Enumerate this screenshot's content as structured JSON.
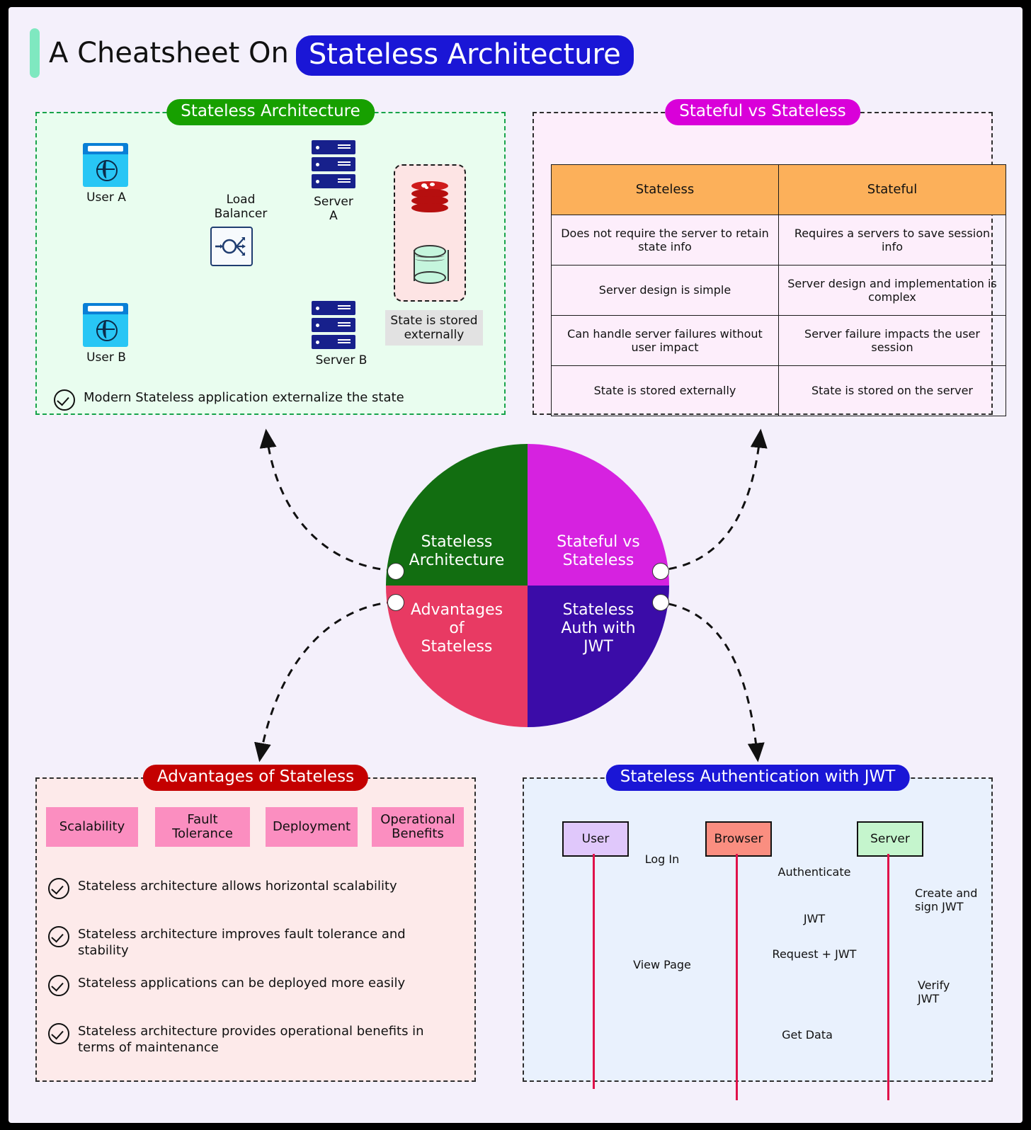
{
  "header": {
    "prefix": "A Cheatsheet On",
    "highlight": "Stateless Architecture",
    "accent_bar_color": "#7fe8c0",
    "highlight_bg": "#1a16d6"
  },
  "panels": {
    "architecture": {
      "title": "Stateless Architecture",
      "title_color": "#17a000",
      "bg": "#e9fdef",
      "nodes": {
        "user_a": "User A",
        "user_b": "User B",
        "load_balancer": "Load\nBalancer",
        "load_balancer_line1": "Load",
        "load_balancer_line2": "Balancer",
        "server_a_line1": "Server",
        "server_a_line2": "A",
        "server_b": "Server B",
        "state_note_line1": "State is stored",
        "state_note_line2": "externally"
      },
      "footnote": "Modern Stateless application externalize the state"
    },
    "comparison": {
      "title": "Stateful vs Stateless",
      "title_color": "#d900d9",
      "bg": "#fdeefb",
      "header_bg": "#fcb05a",
      "columns": [
        "Stateless",
        "Stateful"
      ],
      "rows": [
        [
          "Does not require the server to retain state info",
          "Requires a servers to save session info"
        ],
        [
          "Server design is simple",
          "Server design and implementation is complex"
        ],
        [
          "Can handle server failures without user impact",
          "Server failure impacts the user session"
        ],
        [
          "State is stored externally",
          "State is stored on the server"
        ]
      ]
    },
    "advantages": {
      "title": "Advantages of Stateless",
      "title_color": "#c40000",
      "bg": "#fdeaea",
      "tag_bg": "#fb8ec0",
      "tags": [
        "Scalability",
        "Fault\nTolerance",
        "Deployment",
        "Operational\nBenefits"
      ],
      "tag_1": "Scalability",
      "tag_2_line1": "Fault",
      "tag_2_line2": "Tolerance",
      "tag_3": "Deployment",
      "tag_4_line1": "Operational",
      "tag_4_line2": "Benefits",
      "bullets": [
        "Stateless architecture allows horizontal scalability",
        "Stateless architecture improves fault tolerance and stability",
        "Stateless applications can be deployed more easily",
        "Stateless architecture provides operational benefits in terms of maintenance"
      ]
    },
    "jwt": {
      "title": "Stateless Authentication with JWT",
      "title_color": "#1a16d6",
      "bg": "#e9f1fd",
      "actors": [
        {
          "name": "User",
          "color": "#e0c8fb"
        },
        {
          "name": "Browser",
          "color": "#fa8e80"
        },
        {
          "name": "Server",
          "color": "#c5f5cd"
        }
      ],
      "actor_1": "User",
      "actor_2": "Browser",
      "actor_3": "Server",
      "messages": [
        {
          "label": "Log In",
          "from": "User",
          "to": "Browser"
        },
        {
          "label": "Authenticate",
          "from": "Browser",
          "to": "Server"
        },
        {
          "label": "Create and sign JWT",
          "from": "Server",
          "to": "Server"
        },
        {
          "label": "JWT",
          "from": "Server",
          "to": "Browser"
        },
        {
          "label": "View Page",
          "from": "User",
          "to": "Browser"
        },
        {
          "label": "Request + JWT",
          "from": "Browser",
          "to": "Server"
        },
        {
          "label": "Verify JWT",
          "from": "Server",
          "to": "Server"
        },
        {
          "label": "Get Data",
          "from": "Server",
          "to": "Browser"
        }
      ],
      "msg_login": "Log In",
      "msg_authenticate": "Authenticate",
      "msg_create_line1": "Create and",
      "msg_create_line2": "sign JWT",
      "msg_jwt": "JWT",
      "msg_viewpage": "View Page",
      "msg_request": "Request + JWT",
      "msg_verify_line1": "Verify",
      "msg_verify_line2": "JWT",
      "msg_getdata": "Get Data"
    }
  },
  "hub": {
    "quadrants": [
      {
        "label": "Stateless Architecture",
        "color": "#126e11"
      },
      {
        "label": "Stateful vs Stateless",
        "color": "#d622e0"
      },
      {
        "label": "Advantages of Stateless",
        "color": "#e83a63"
      },
      {
        "label": "Stateless Auth with JWT",
        "color": "#3b0ca8"
      }
    ],
    "q_tl_line1": "Stateless",
    "q_tl_line2": "Architecture",
    "q_tr_line1": "Stateful vs",
    "q_tr_line2": "Stateless",
    "q_bl_line1": "Advantages",
    "q_bl_line2": "of",
    "q_bl_line3": "Stateless",
    "q_br_line1": "Stateless",
    "q_br_line2": "Auth with",
    "q_br_line3": "JWT"
  }
}
